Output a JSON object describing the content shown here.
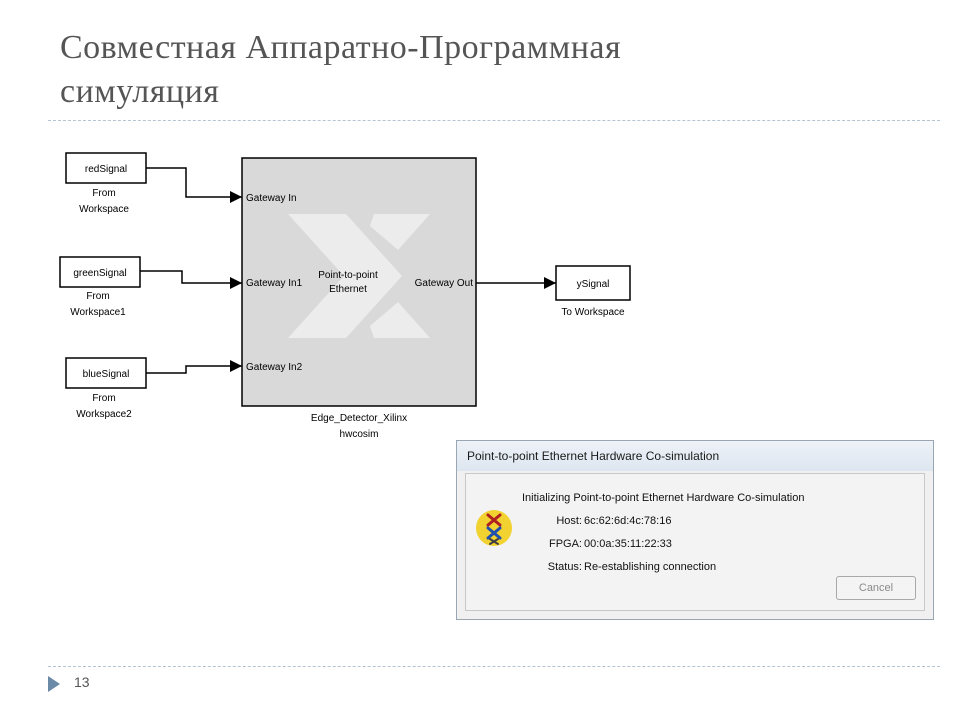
{
  "slide": {
    "title_line1": "Совместная Аппаратно-Программная",
    "title_line2": "симуляция",
    "page_number": "13"
  },
  "diagram": {
    "sources": [
      {
        "label": "redSignal",
        "caption_line1": "From",
        "caption_line2": "Workspace"
      },
      {
        "label": "greenSignal",
        "caption_line1": "From",
        "caption_line2": "Workspace1"
      },
      {
        "label": "blueSignal",
        "caption_line1": "From",
        "caption_line2": "Workspace2"
      }
    ],
    "subsystem": {
      "in_ports": [
        "Gateway In",
        "Gateway In1",
        "Gateway In2"
      ],
      "out_port": "Gateway Out",
      "center_line1": "Point-to-point",
      "center_line2": "Ethernet",
      "caption_line1": "Edge_Detector_Xilinx",
      "caption_line2": "hwcosim"
    },
    "sink": {
      "label": "ySignal",
      "caption": "To Workspace"
    }
  },
  "dialog": {
    "title": "Point-to-point Ethernet Hardware Co-simulation",
    "message": "Initializing Point-to-point Ethernet Hardware Co-simulation",
    "fields": [
      {
        "key": "Host:",
        "value": "6c:62:6d:4c:78:16"
      },
      {
        "key": "FPGA:",
        "value": "00:0a:35:11:22:33"
      },
      {
        "key": "Status:",
        "value": "Re-establishing connection"
      }
    ],
    "cancel_label": "Cancel"
  },
  "colors": {
    "title_text": "#555555",
    "divider": "#b4c4d2",
    "subsystem_fill": "#d9d9d9",
    "xilinx_logo": "#ececec",
    "icon_yellow": "#f2d230"
  },
  "icons": {
    "footer": "triangle-marker-icon",
    "dialog": "xilinx-cosim-icon"
  }
}
